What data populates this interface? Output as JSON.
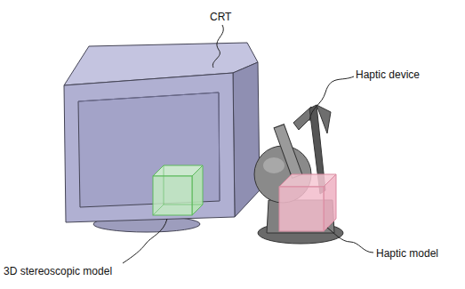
{
  "diagram": {
    "labels": [
      "CRT",
      "Haptic device",
      "3D stereoscopic model",
      "Haptic model"
    ]
  }
}
